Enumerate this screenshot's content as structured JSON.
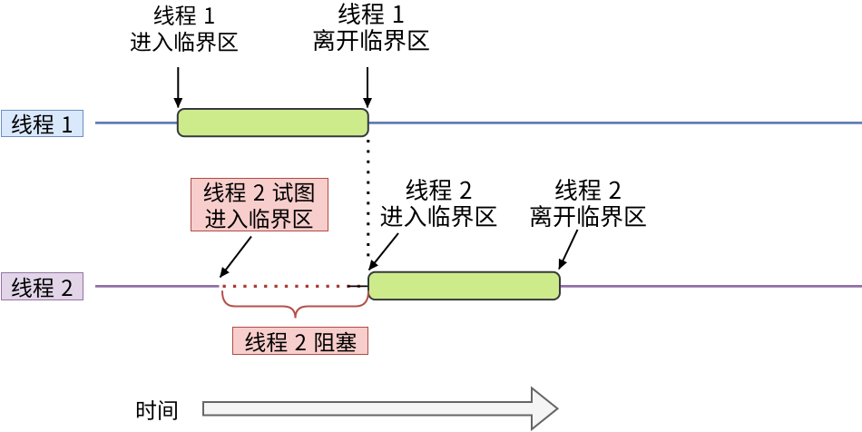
{
  "diagram": {
    "description": "thread critical-section timing diagram",
    "threads": {
      "thread1": {
        "label": "线程 1",
        "enter_annotation": "线程 1\n进入临界区",
        "leave_annotation": "线程 1\n离开临界区"
      },
      "thread2": {
        "label": "线程 2",
        "attempt_annotation": "线程 2 试图\n进入临界区",
        "enter_annotation": "线程 2\n进入临界区",
        "leave_annotation": "线程 2\n离开临界区",
        "blocked_annotation": "线程 2 阻塞"
      },
      "time_axis": {
        "label": "时间"
      }
    },
    "colors": {
      "timeline1_stroke": "#5e7fb6",
      "timeline2_stroke": "#9070a4",
      "critical_fill": "#cdeb8b",
      "critical_stroke": "#36393d",
      "blocked_dots": "#a93a32",
      "brace_stroke": "#b5504c",
      "pink_fill": "#f8cecc",
      "pink_stroke": "#b14b44",
      "blue_box_fill": "#dae8fc",
      "blue_box_stroke": "#6c8ebf",
      "purple_box_fill": "#e1d5e7",
      "purple_box_stroke": "#9673a6",
      "arrow_stroke": "#000000",
      "time_arrow_fill": "#f5f5f5",
      "time_arrow_stroke": "#666666"
    }
  }
}
